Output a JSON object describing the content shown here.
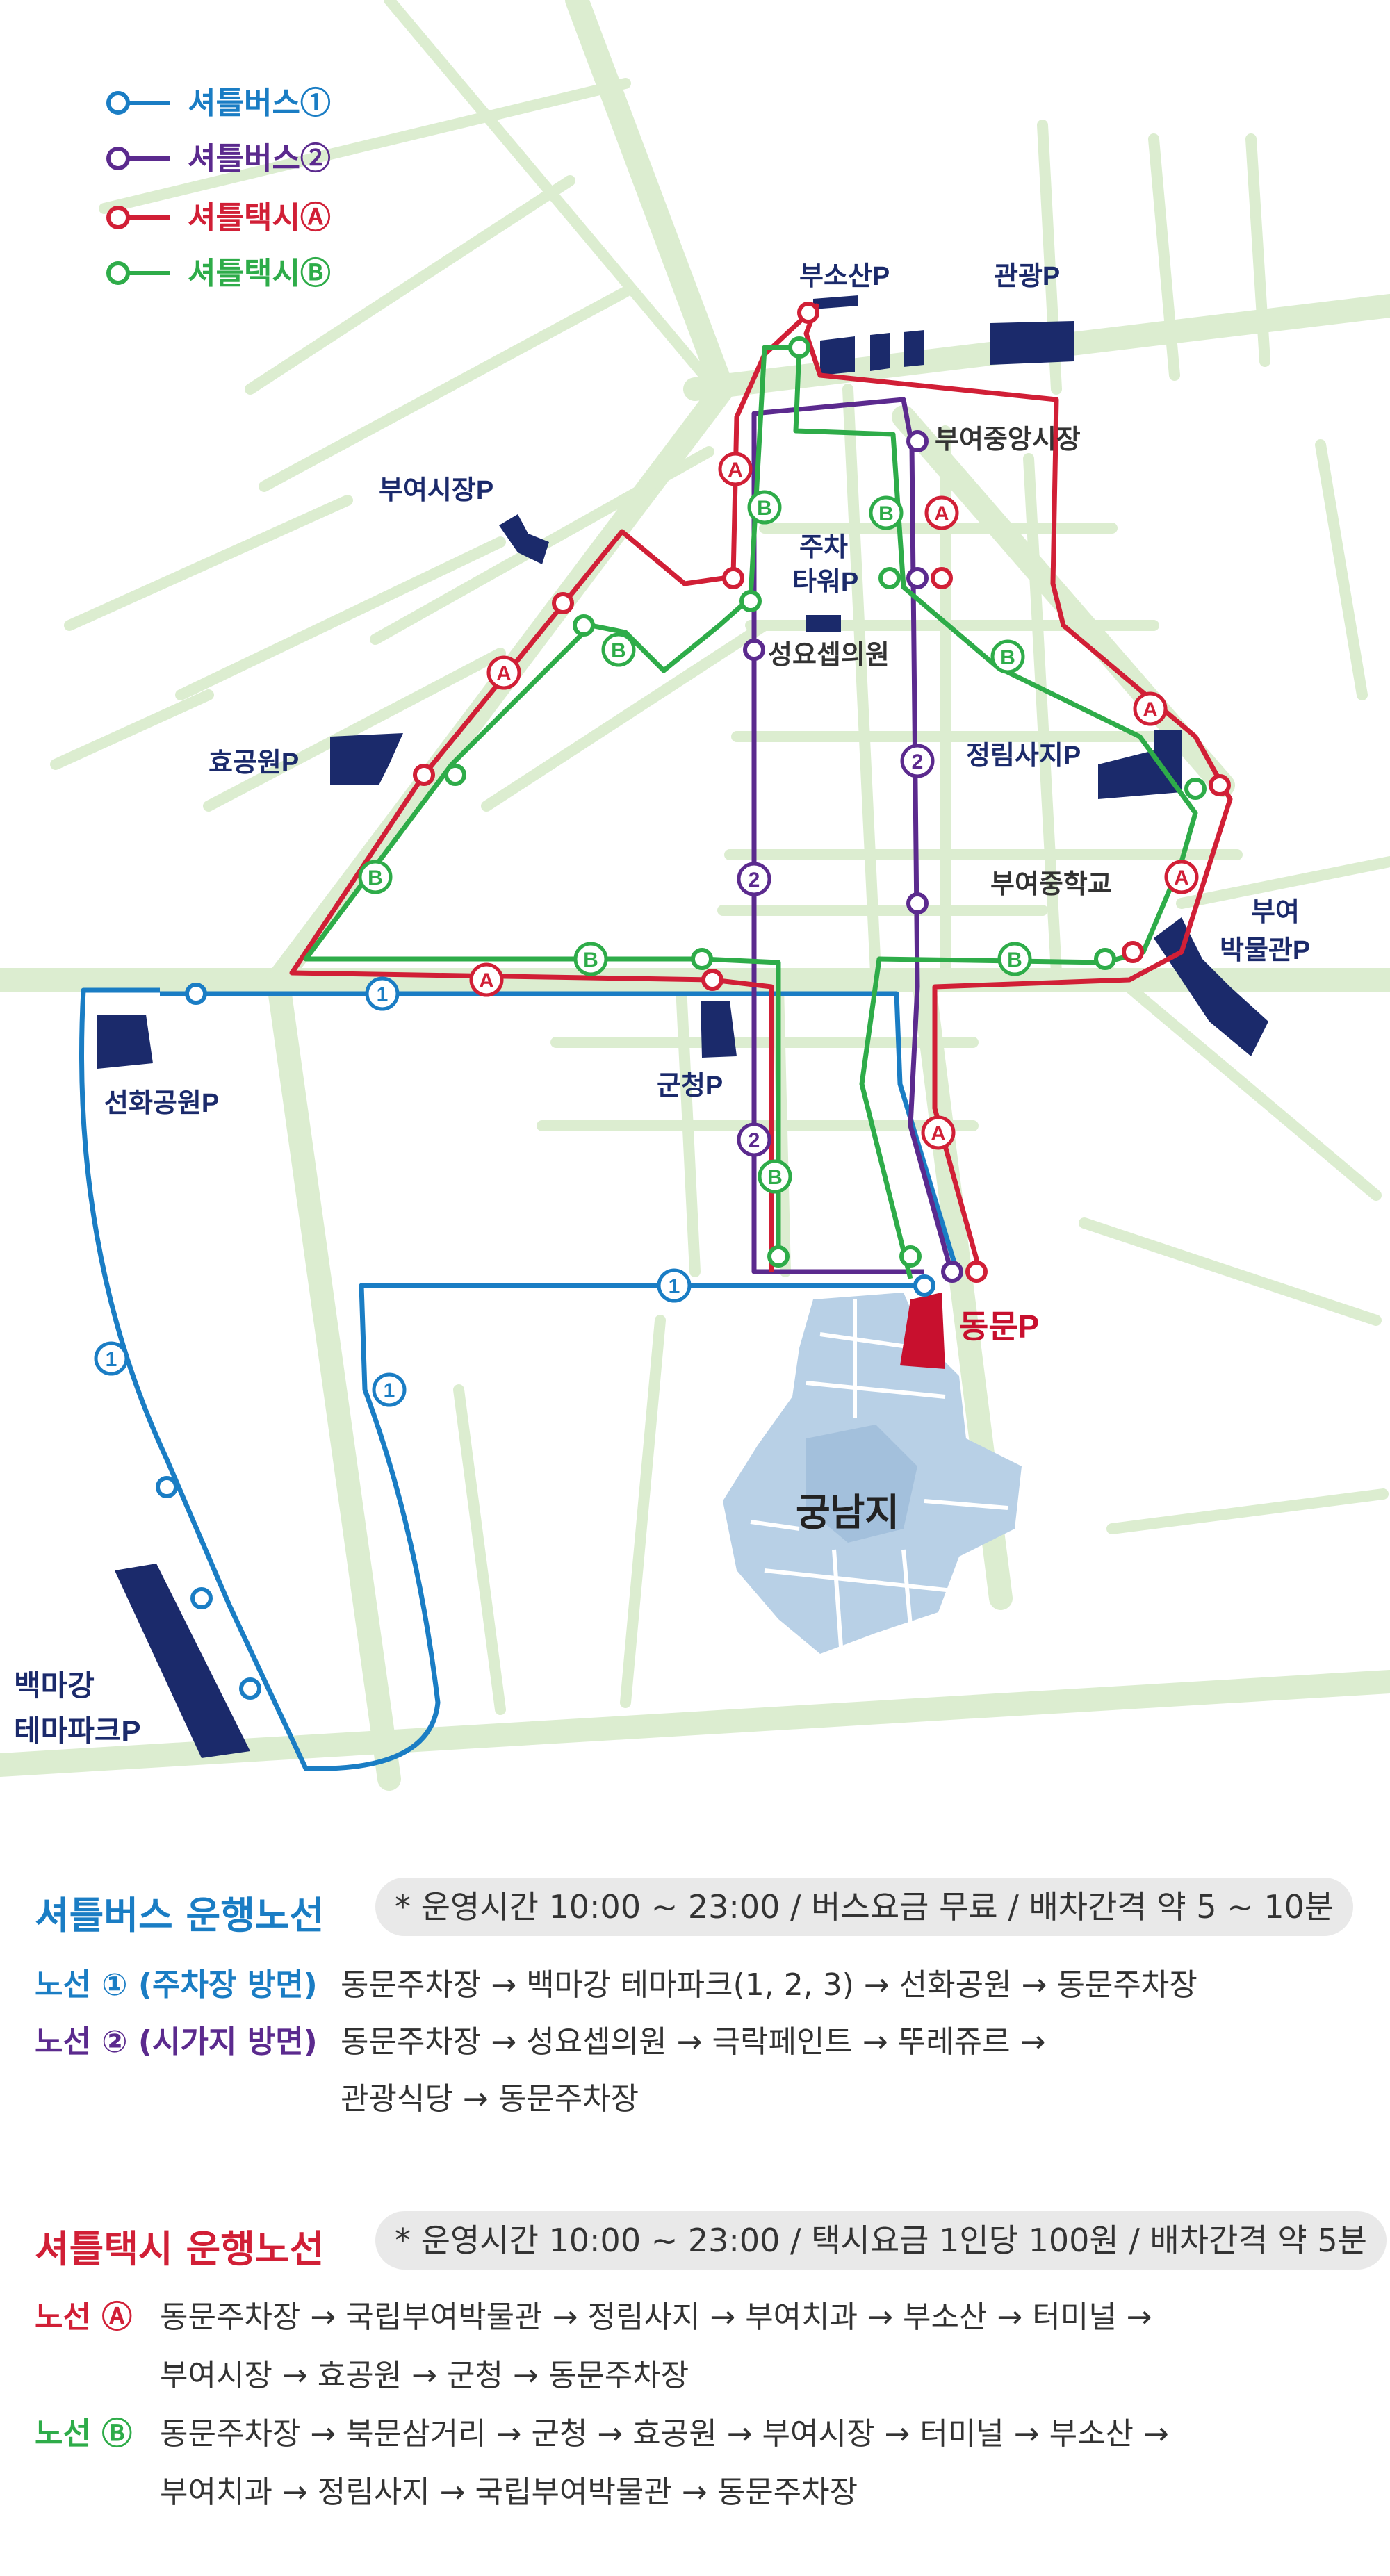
{
  "legend": [
    {
      "label": "셔틀버스①",
      "color": "#1a7dc4"
    },
    {
      "label": "셔틀버스②",
      "color": "#5b2a8e"
    },
    {
      "label": "셔틀택시Ⓐ",
      "color": "#d11f36"
    },
    {
      "label": "셔틀택시Ⓑ",
      "color": "#2eac49"
    }
  ],
  "colors": {
    "bus1": "#1a7dc4",
    "bus2": "#5b2a8e",
    "taxiA": "#d11f36",
    "taxiB": "#2eac49",
    "parking": "#1b2a6b",
    "road": "#dbeccf",
    "pond": "#b8d0e6"
  },
  "route_marks": {
    "bus1": "1",
    "bus2": "2",
    "taxiA": "A",
    "taxiB": "B"
  },
  "map_labels": {
    "busosan": "부소산P",
    "gwangwang": "관광P",
    "jungang_market": "부여중앙시장",
    "parking_tower": [
      "주차",
      "타워P"
    ],
    "city_hall": "부여시장P",
    "seongyo": "성요셉의원",
    "hyogongwon": "효공원P",
    "jeongnimsaji": "정림사지P",
    "middle_school": "부여중학교",
    "museum": [
      "부여",
      "박물관P"
    ],
    "seonhwa": "선화공원P",
    "guncheong": "군청P",
    "dongmun": "동문P",
    "gungnamji": "궁남지",
    "baekmagang": [
      "백마강",
      "테마파크P"
    ]
  },
  "bus_section": {
    "title": "셔틀버스 운행노선",
    "note": "* 운영시간 10:00 ~ 23:00 / 버스요금 무료 / 배차간격 약 5 ~ 10분",
    "routes": [
      {
        "label": "노선 ① (주차장 방면)",
        "lines": [
          "동문주차장 → 백마강 테마파크(1, 2, 3) → 선화공원 → 동문주차장"
        ]
      },
      {
        "label": "노선 ② (시가지 방면)",
        "lines": [
          "동문주차장 → 성요셉의원 → 극락페인트 → 뚜레쥬르 →",
          "관광식당 → 동문주차장"
        ]
      }
    ]
  },
  "taxi_section": {
    "title": "셔틀택시 운행노선",
    "note": "* 운영시간 10:00 ~ 23:00 / 택시요금 1인당 100원 / 배차간격 약 5분",
    "routes": [
      {
        "label": "노선 Ⓐ",
        "lines": [
          "동문주차장 → 국립부여박물관 → 정림사지 → 부여치과 → 부소산 → 터미널 →",
          "부여시장 → 효공원 → 군청 → 동문주차장"
        ]
      },
      {
        "label": "노선 Ⓑ",
        "lines": [
          "동문주차장 → 북문삼거리 → 군청 → 효공원 → 부여시장 → 터미널 → 부소산 →",
          "부여치과 → 정림사지 → 국립부여박물관 → 동문주차장"
        ]
      }
    ]
  }
}
